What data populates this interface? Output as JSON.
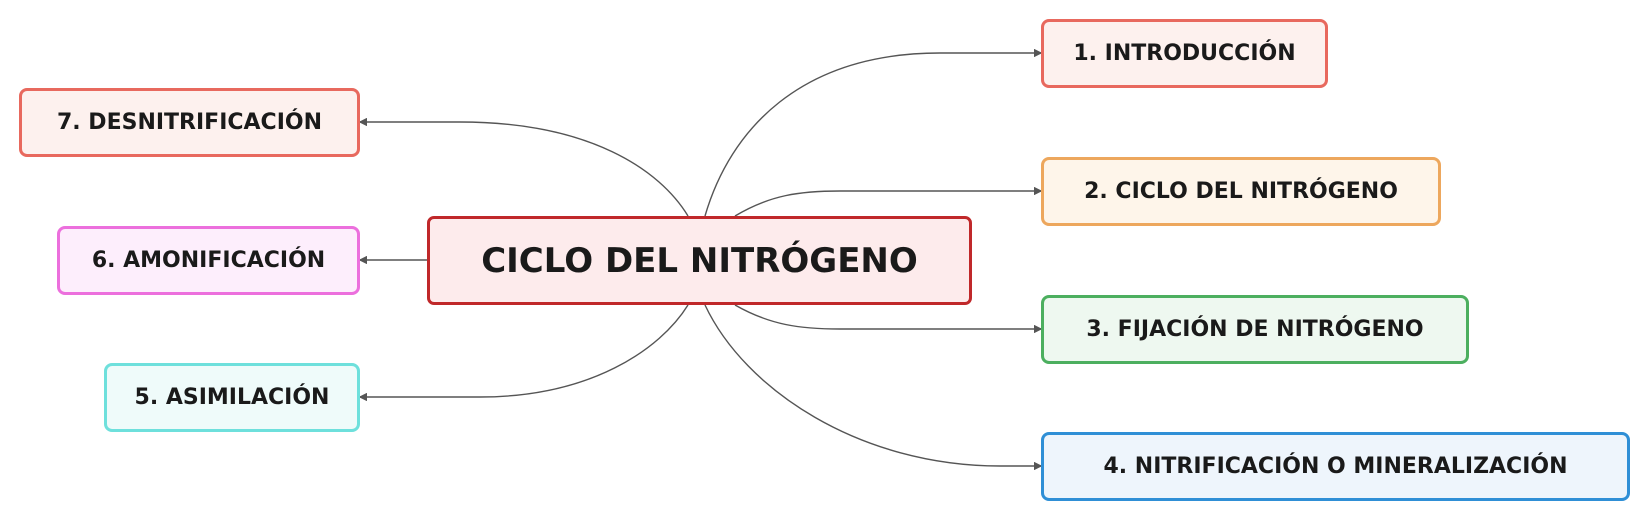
{
  "central": {
    "label": "CICLO DEL NITRÓGENO"
  },
  "topics": [
    {
      "id": "n1",
      "label": "1. INTRODUCCIÓN",
      "color": "#e8695e"
    },
    {
      "id": "n2",
      "label": "2. CICLO DEL NITRÓGENO",
      "color": "#eda75d"
    },
    {
      "id": "n3",
      "label": "3. FIJACIÓN DE NITRÓGENO",
      "color": "#4caf5f"
    },
    {
      "id": "n4",
      "label": "4. NITRIFICACIÓN O MINERALIZACIÓN",
      "color": "#2f8fd6"
    },
    {
      "id": "n5",
      "label": "5. ASIMILACIÓN",
      "color": "#6ee0dc"
    },
    {
      "id": "n6",
      "label": "6. AMONIFICACIÓN",
      "color": "#ec6fdd"
    },
    {
      "id": "n7",
      "label": "7. DESNITRIFICACIÓN",
      "color": "#e8695e"
    }
  ],
  "connector_color": "#555555"
}
